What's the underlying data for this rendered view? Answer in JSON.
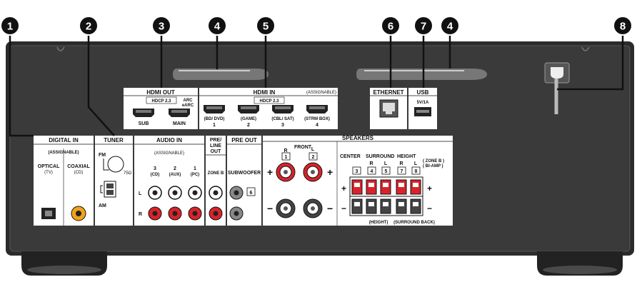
{
  "callouts": [
    "1",
    "2",
    "3",
    "4",
    "5",
    "6",
    "7",
    "4",
    "8"
  ],
  "digital_in": {
    "title": "DIGITAL IN",
    "assignable": "(ASSIGNABLE)",
    "optical": "OPTICAL",
    "optical_sub": "(TV)",
    "coaxial": "COAXIAL",
    "coaxial_sub": "(CD)"
  },
  "tuner": {
    "title": "TUNER",
    "fm": "FM",
    "ohm": "75Ω",
    "am": "AM"
  },
  "hdmi_out": {
    "title": "HDMI OUT",
    "hdcp": "HDCP 2.3",
    "arc": "ARC",
    "earc": "eARC",
    "sub": "SUB",
    "main": "MAIN"
  },
  "hdmi_in": {
    "title": "HDMI IN",
    "hdcp": "HDCP 2.3",
    "assignable": "(ASSIGNABLE)",
    "ports": [
      {
        "name": "(BD/ DVD)",
        "num": "1"
      },
      {
        "name": "(GAME)",
        "num": "2"
      },
      {
        "name": "(CBL/ SAT)",
        "num": "3"
      },
      {
        "name": "(STRM BOX)",
        "num": "4"
      }
    ]
  },
  "ethernet": {
    "title": "ETHERNET"
  },
  "usb": {
    "title": "USB",
    "rating": "5V/1A"
  },
  "audio_in": {
    "title": "AUDIO IN",
    "assignable": "(ASSIGNABLE)",
    "channels": [
      {
        "num": "3",
        "name": "(CD)"
      },
      {
        "num": "2",
        "name": "(AUX)"
      },
      {
        "num": "1",
        "name": "(PC)"
      }
    ],
    "l": "L",
    "r": "R"
  },
  "pre_line_out": {
    "title_1": "PRE/",
    "title_2": "LINE",
    "title_3": "OUT",
    "zone": "ZONE B"
  },
  "pre_out": {
    "title": "PRE OUT",
    "subwoofer": "SUBWOOFER",
    "num": "6"
  },
  "speakers": {
    "title": "SPEAKERS",
    "front": "FRONT",
    "r": "R",
    "l": "L",
    "front_r_num": "1",
    "front_l_num": "2",
    "plus": "+",
    "minus": "−",
    "center": "CENTER",
    "center_num": "3",
    "surround": "SURROUND",
    "surround_r_num": "4",
    "surround_l_num": "5",
    "height": "HEIGHT",
    "height_r_num": "7",
    "height_l_num": "8",
    "zone_b": "( ZONE B )",
    "bi_amp": "( BI-AMP )",
    "height_footer": "(HEIGHT)",
    "surround_back_footer": "(SURROUND BACK)"
  },
  "colors": {
    "chassis": "#2a2a2a",
    "panel": "#ffffff",
    "red_jack": "#d8232a",
    "orange_jack": "#f2a21a"
  }
}
